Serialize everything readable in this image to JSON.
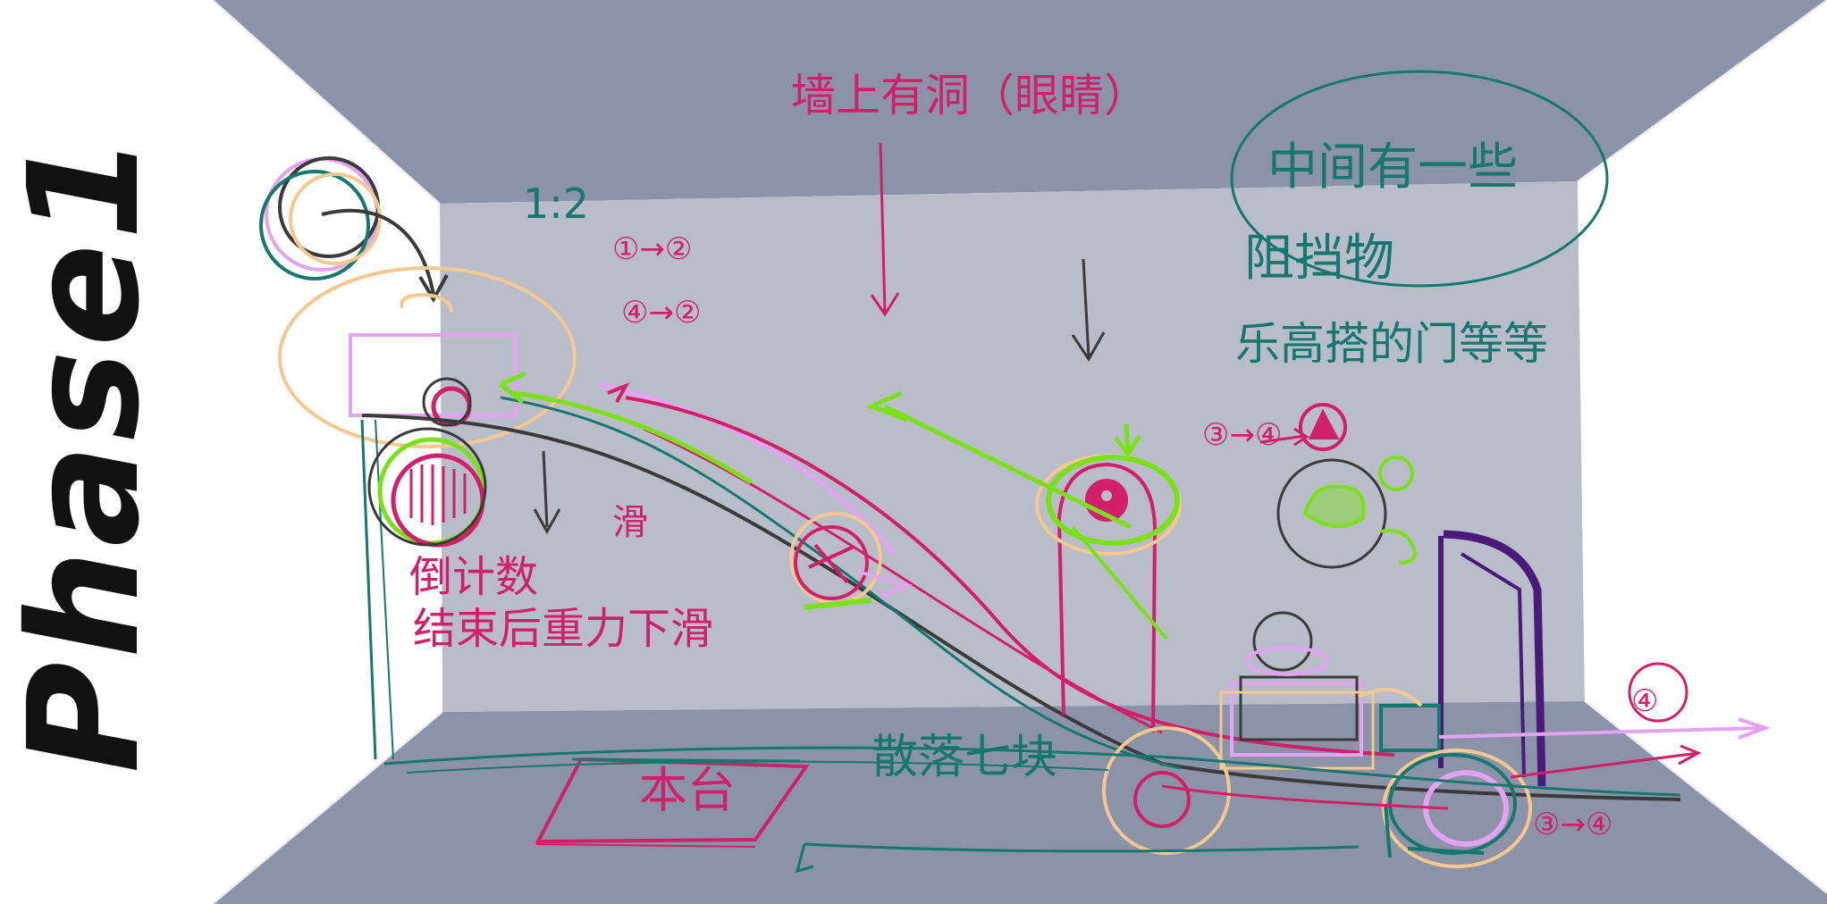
{
  "title": "Phase1",
  "notes": {
    "wall_hole": "墙上有洞（眼睛）",
    "ratio": "1:2",
    "step_a": "①→②",
    "step_b": "④→②",
    "obstacle_line1": "中间有一些",
    "obstacle_line2": "阻挡物",
    "lego": "乐高搭的门等等",
    "step_c": "③→④",
    "countdown": "倒计数",
    "gravity": "结束后重力下滑",
    "slide": "滑",
    "scatter": "散落七块",
    "origin": "本台",
    "step_d": "④",
    "step_e": "③→④"
  },
  "colors": {
    "ceiling": "#8b93a8",
    "back_wall": "#b9bdca",
    "floor": "#8b93a8",
    "side_wall": "#ffffff",
    "pink_ink": "#d21f6a",
    "teal_ink": "#16786d",
    "green_ink": "#7be018",
    "orange_ink": "#f4c98f",
    "lavender_ink": "#e3a3f0",
    "purple_ink": "#4a1a7a",
    "dark_ink": "#3a3a3a"
  }
}
